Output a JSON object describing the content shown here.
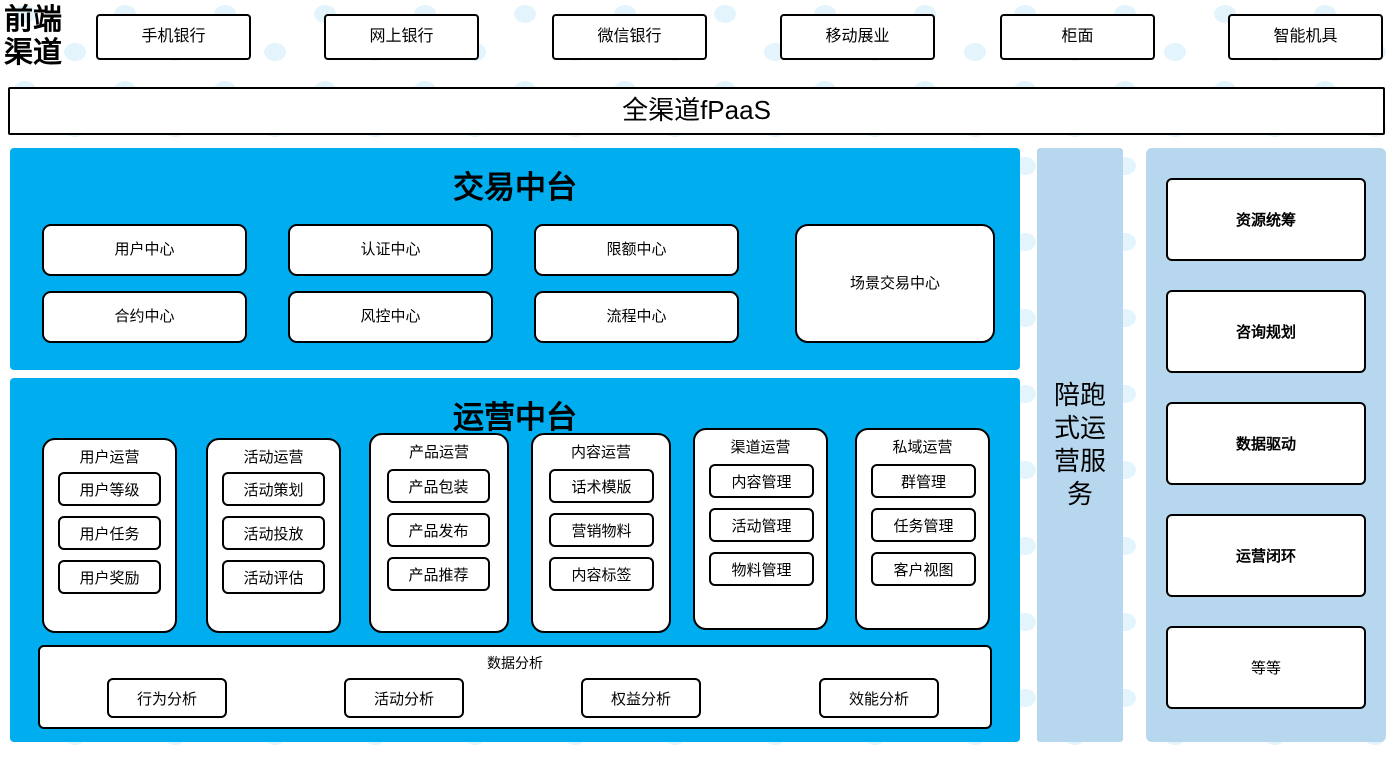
{
  "colors": {
    "cyan_panel": "#00AEEF",
    "light_blue_panel": "#B7D7EE",
    "dot_pattern": "#E4F4FD",
    "box_border": "#000000",
    "box_fill": "#FFFFFF"
  },
  "frontend": {
    "label": "前端\n渠道",
    "channels": [
      {
        "label": "手机银行"
      },
      {
        "label": "网上银行"
      },
      {
        "label": "微信银行"
      },
      {
        "label": "移动展业"
      },
      {
        "label": "柜面"
      },
      {
        "label": "智能机具"
      }
    ]
  },
  "fpaas": {
    "label": "全渠道fPaaS"
  },
  "trade_center": {
    "title": "交易中台",
    "boxes": [
      {
        "label": "用户中心"
      },
      {
        "label": "认证中心"
      },
      {
        "label": "限额中心"
      },
      {
        "label": "合约中心"
      },
      {
        "label": "风控中心"
      },
      {
        "label": "流程中心"
      }
    ],
    "wide_box": {
      "label": "场景交易中心"
    }
  },
  "ops_center": {
    "title": "运营中台",
    "columns": [
      {
        "title": "用户运营",
        "items": [
          "用户等级",
          "用户任务",
          "用户奖励"
        ]
      },
      {
        "title": "活动运营",
        "items": [
          "活动策划",
          "活动投放",
          "活动评估"
        ]
      },
      {
        "title": "产品运营",
        "items": [
          "产品包装",
          "产品发布",
          "产品推荐"
        ]
      },
      {
        "title": "内容运营",
        "items": [
          "话术模版",
          "营销物料",
          "内容标签"
        ]
      },
      {
        "title": "渠道运营",
        "items": [
          "内容管理",
          "活动管理",
          "物料管理"
        ]
      },
      {
        "title": "私域运营",
        "items": [
          "群管理",
          "任务管理",
          "客户视图"
        ]
      }
    ],
    "data_analysis": {
      "title": "数据分析",
      "items": [
        "行为分析",
        "活动分析",
        "权益分析",
        "效能分析"
      ]
    }
  },
  "accompany_service": {
    "label": "陪跑式运营服务"
  },
  "services": {
    "boxes": [
      {
        "label": "资源统筹",
        "bold": true
      },
      {
        "label": "咨询规划",
        "bold": true
      },
      {
        "label": "数据驱动",
        "bold": true
      },
      {
        "label": "运营闭环",
        "bold": true
      },
      {
        "label": "等等",
        "bold": false
      }
    ]
  }
}
